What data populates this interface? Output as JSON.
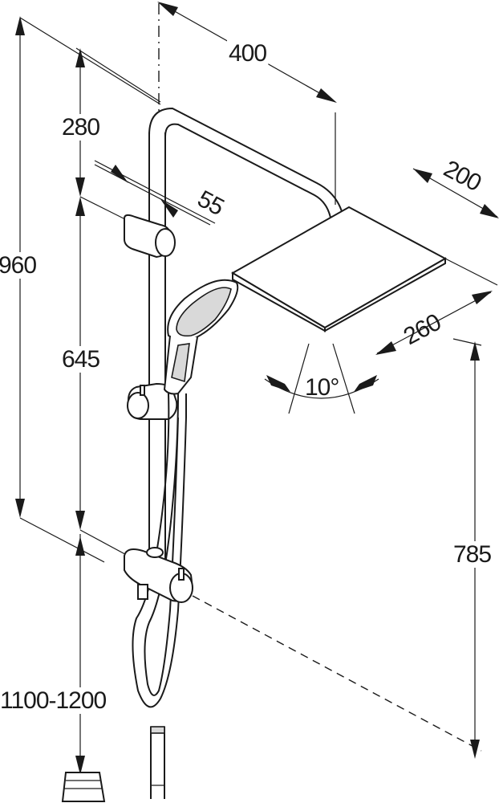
{
  "dimensions": {
    "total_height": "960",
    "top_section": "280",
    "rail_length": "645",
    "arm_reach": "400",
    "wall_offset": "55",
    "head_width": "200",
    "head_depth": "260",
    "tilt_angle": "10°",
    "head_height": "785",
    "mount_height": "1100-1200"
  }
}
